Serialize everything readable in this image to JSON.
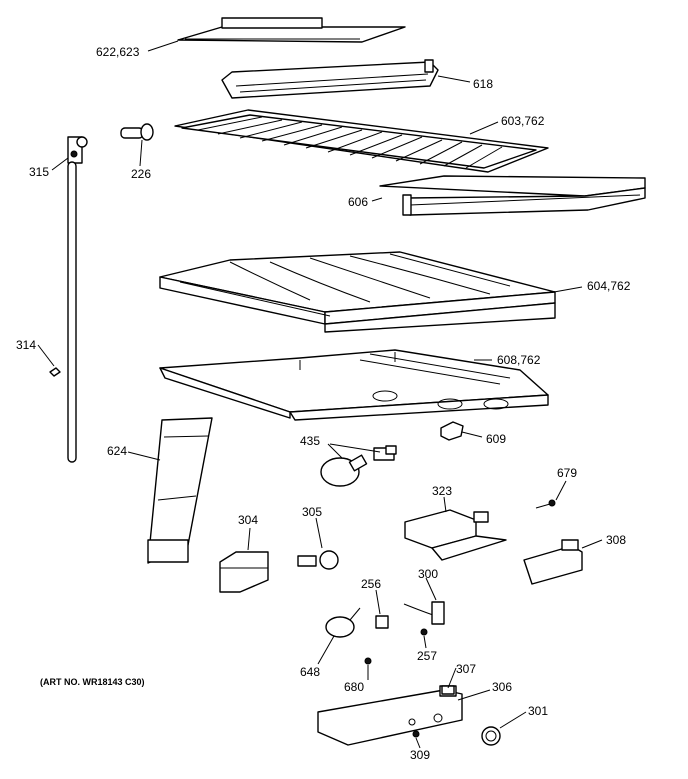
{
  "art_number": "(ART NO. WR18143 C30)",
  "labels": {
    "l622": "622,623",
    "l618": "618",
    "l603": "603,762",
    "l315": "315",
    "l226": "226",
    "l606": "606",
    "l604": "604,762",
    "l314": "314",
    "l608": "608,762",
    "l435": "435",
    "l609": "609",
    "l624": "624",
    "l679": "679",
    "l323": "323",
    "l304": "304",
    "l305": "305",
    "l308": "308",
    "l256": "256",
    "l300": "300",
    "l257": "257",
    "l648": "648",
    "l680": "680",
    "l307": "307",
    "l306": "306",
    "l301": "301",
    "l309": "309"
  }
}
